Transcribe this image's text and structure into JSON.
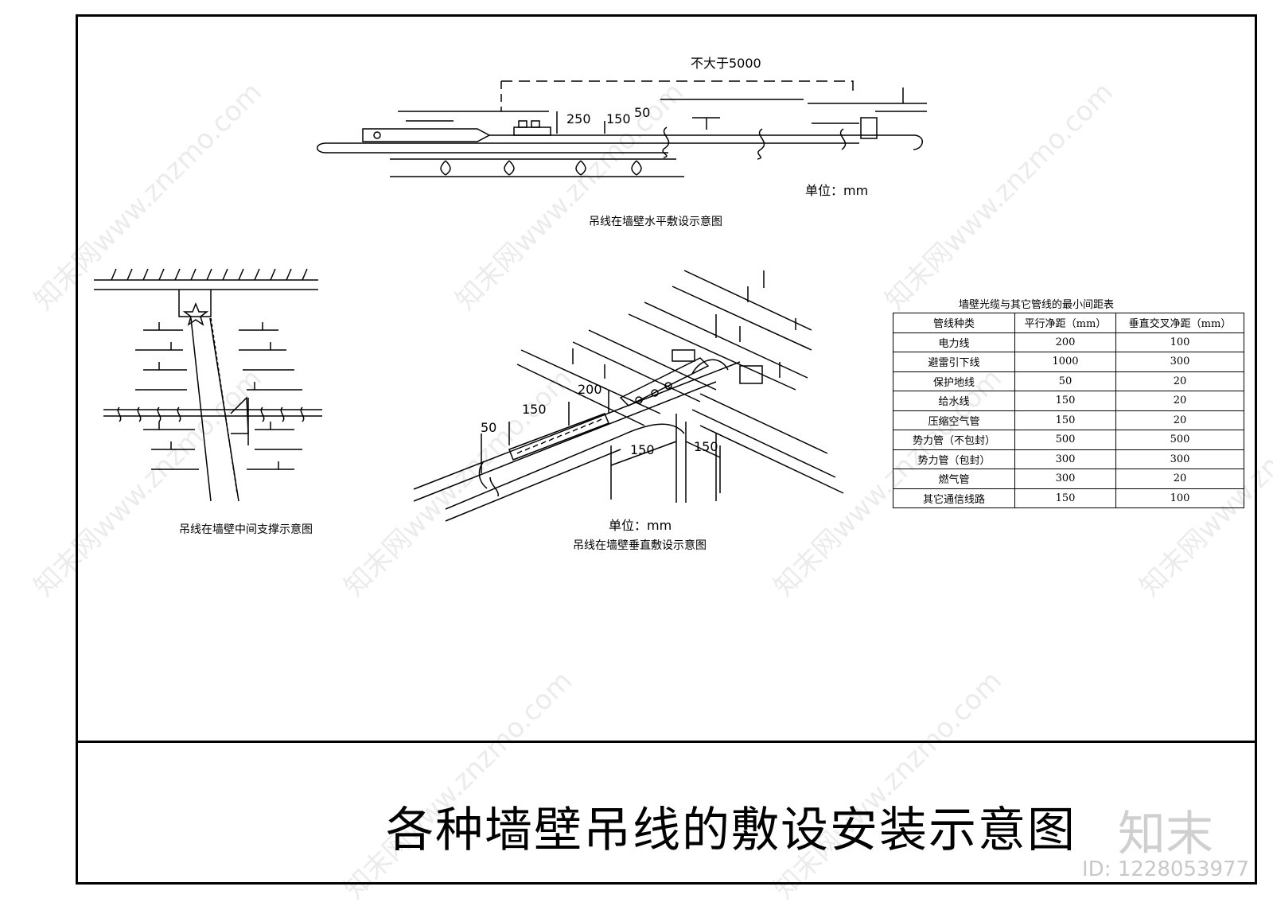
{
  "diagram_h": {
    "title": "吊线在墙壁水平敷设示意图",
    "max_span": "不大于5000",
    "dims": [
      "250",
      "150",
      "50"
    ],
    "unit": "单位：mm"
  },
  "diagram_mid": {
    "title": "吊线在墙壁中间支撑示意图"
  },
  "diagram_v": {
    "title": "吊线在墙壁垂直敷设示意图",
    "dims": [
      "200",
      "150",
      "50",
      "150",
      "150"
    ],
    "unit": "单位：mm"
  },
  "spacing_table": {
    "title": "墙壁光缆与其它管线的最小间距表",
    "headers": [
      "管线种类",
      "平行净距（mm）",
      "垂直交叉净距（mm）"
    ],
    "rows": [
      [
        "电力线",
        "200",
        "100"
      ],
      [
        "避雷引下线",
        "1000",
        "300"
      ],
      [
        "保护地线",
        "50",
        "20"
      ],
      [
        "给水线",
        "150",
        "20"
      ],
      [
        "压缩空气管",
        "150",
        "20"
      ],
      [
        "势力管（不包封）",
        "500",
        "500"
      ],
      [
        "势力管（包封）",
        "300",
        "300"
      ],
      [
        "燃气管",
        "300",
        "20"
      ],
      [
        "其它通信线路",
        "150",
        "100"
      ]
    ]
  },
  "sheet_title": "各种墙壁吊线的敷设安装示意图",
  "logo": "知末",
  "id_text": "ID: 1228053977",
  "watermark": "知末网www.znzmo.com"
}
